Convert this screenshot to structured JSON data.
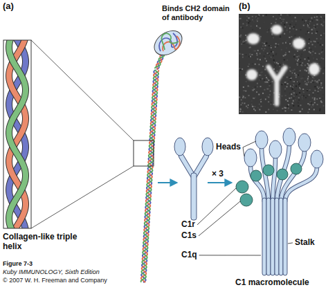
{
  "diagram": {
    "labels": [
      "(a)",
      "(b)",
      "Binds CH2 domain of antibody",
      "Collagen-like triple helix",
      "Heads",
      "C1r",
      "C1s",
      "× 3",
      "Stalk",
      "C1q",
      "C1 macromolecule",
      "Figure 7-3",
      "Kuby IMMUNOLOGY, Sixth Edition",
      "© 2007 W. H. Freeman and Company"
    ]
  }
}
